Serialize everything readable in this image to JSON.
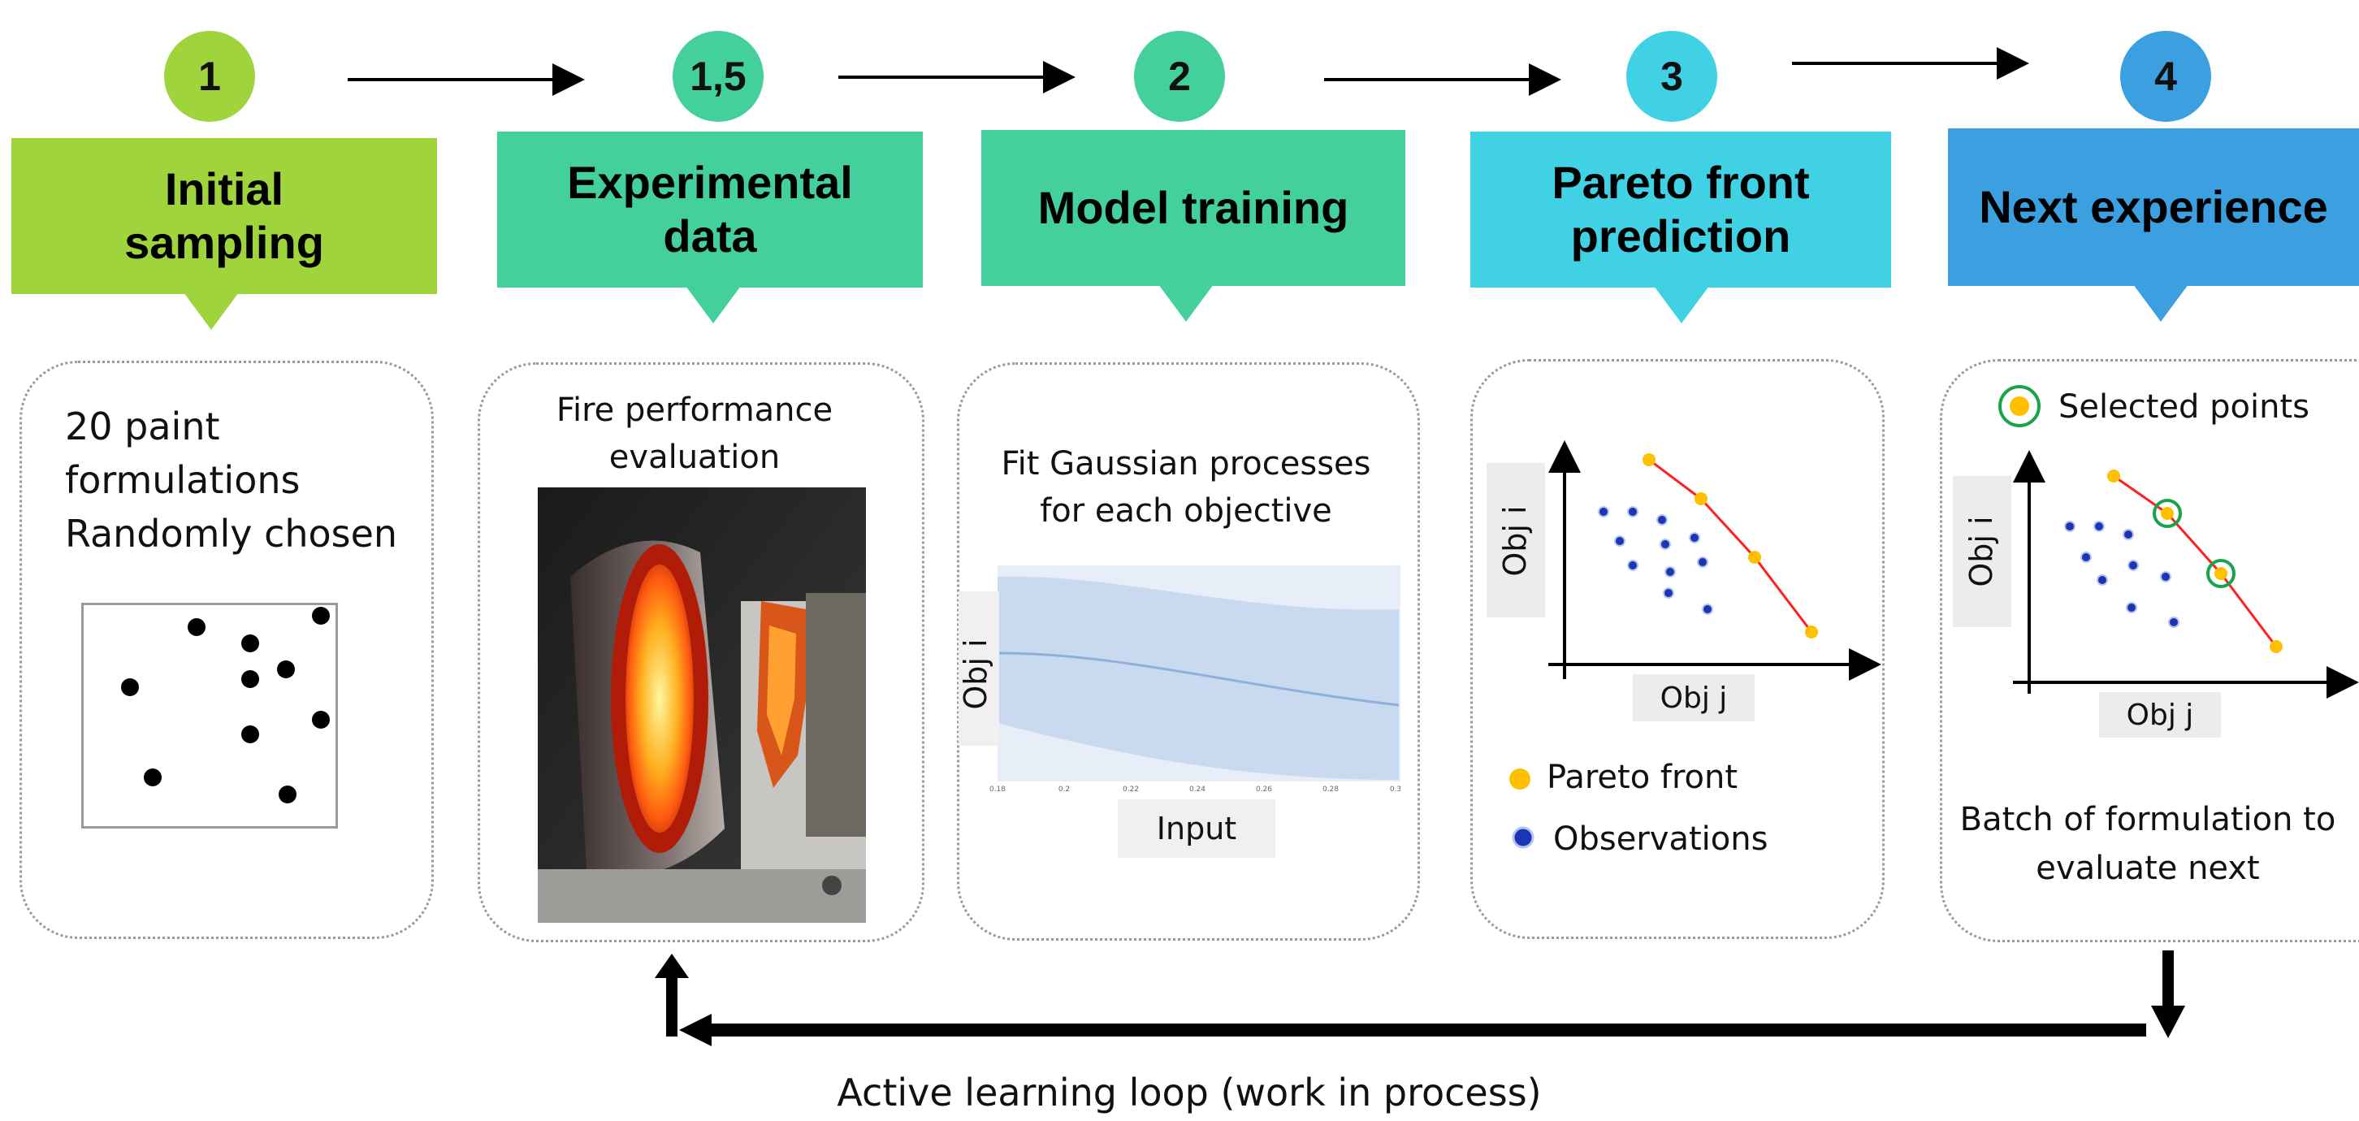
{
  "steps": [
    {
      "number": "1",
      "title_line1": "Initial",
      "title_line2": "sampling",
      "color": "#a0d43c"
    },
    {
      "number": "1,5",
      "title_line1": "Experimental",
      "title_line2": "data",
      "color": "#44d09c"
    },
    {
      "number": "2",
      "title_line1": "Model training",
      "title_line2": "",
      "color": "#44d09c"
    },
    {
      "number": "3",
      "title_line1": "Pareto front",
      "title_line2": "prediction",
      "color": "#40d2e4"
    },
    {
      "number": "4",
      "title_line1": "Next experience",
      "title_line2": "",
      "color": "#3b9fe0"
    }
  ],
  "panel1": {
    "line1": "20 paint",
    "line2": "formulations",
    "line3": "Randomly chosen"
  },
  "panel2": {
    "line1": "Fire performance",
    "line2": "evaluation"
  },
  "panel3": {
    "line1": "Fit Gaussian processes",
    "line2": "for each objective",
    "ylabel": "Obj i",
    "xlabel": "Input",
    "ticks": [
      "0.18",
      "0.2",
      "0.22",
      "0.24",
      "0.26",
      "0.28",
      "0.3"
    ]
  },
  "panel4": {
    "ylabel": "Obj i",
    "xlabel": "Obj j",
    "legend_pareto": "Pareto front",
    "legend_obs": "Observations"
  },
  "panel5": {
    "legend_selected": "Selected points",
    "ylabel": "Obj i",
    "xlabel": "Obj j",
    "caption_line1": "Batch of formulation to",
    "caption_line2": "evaluate next"
  },
  "loop_label": "Active learning loop (work in process)",
  "colors": {
    "pareto": "#ffc000",
    "observation": "#1a36b4",
    "front_line": "#ff2020",
    "selected": "#1aa34a"
  }
}
